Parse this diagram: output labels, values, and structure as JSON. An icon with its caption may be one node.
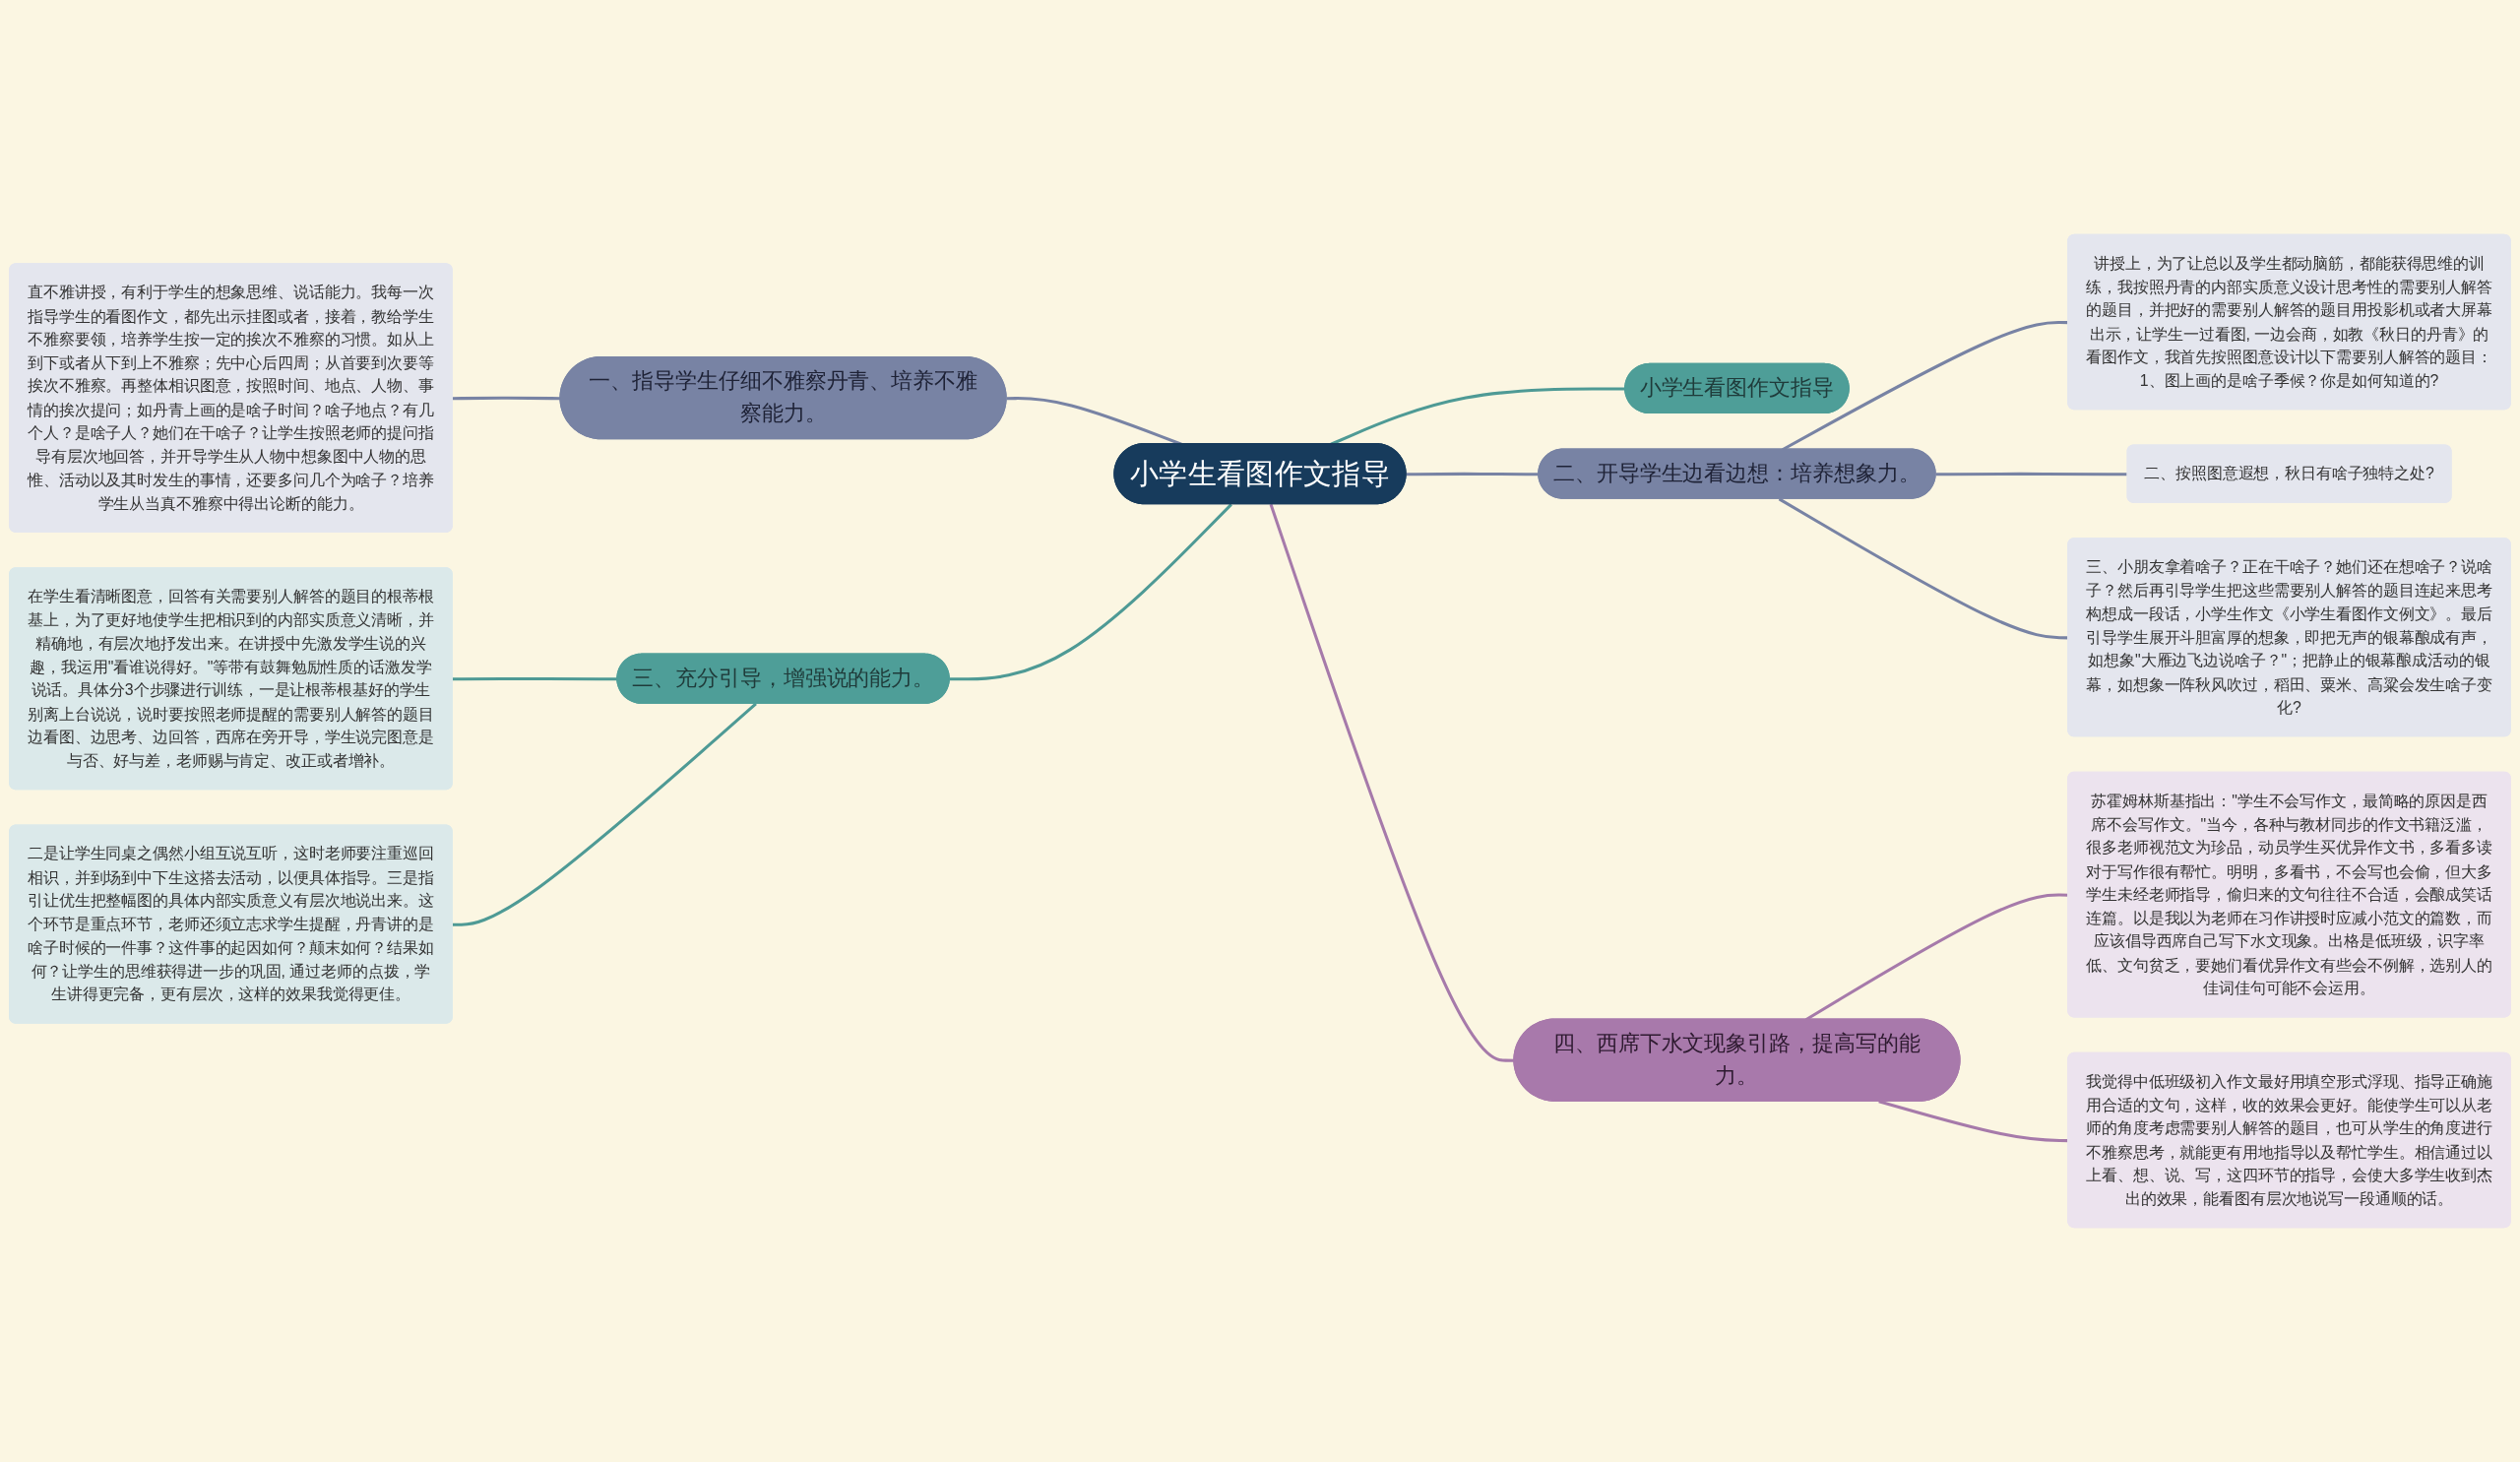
{
  "diagram": {
    "nodes": [
      {
        "text": [
          "小学生看图作文指导"
        ]
      },
      {
        "text": [
          "小学生看图作文指导"
        ]
      },
      {
        "text": [
          "一、指导学生仔细不雅察丹青、培养不雅察能力。"
        ]
      },
      {
        "text": [
          "直不雅讲授，有利于学生的想象思维、说话能力。我每一次指导学生的看图作文，都先出示挂图或者，接着，教给学生不雅察要领，培养学生按一定的挨次不雅察的习惯。如从上到下或者从下到上不雅察；先中心后四周；从首要到次要等挨次不雅察。再整体相识图意，按照时间、地点、人物、事情的挨次提问；如丹青上画的是啥子时间？啥子地点？有几个人？是啥子人？她们在干啥子？让学生按照老师的提问指导有层次地回答，并开导学生从人物中想象图中人物的思惟、活动以及其时发生的事情，还要多问几个为啥子？培养学生从当真不雅察中得出论断的能力。"
        ]
      },
      {
        "text": [
          "二、开导学生边看边想：培养想象力。"
        ]
      },
      {
        "text": [
          "讲授上，为了让总以及学生都动脑筋，都能获得思维的训练，我按照丹青的内部实质意义设计思考性的需要别人解答的题目，并把好的需要别人解答的题目用投影机或者大屏幕出示，让学生一过看图, 一边会商，如教《秋日的丹青》的看图作文，我首先按照图意设计以下需要别人解答的题目：1、图上画的是啥子季候？你是如何知道的?"
        ]
      },
      {
        "text": [
          "二、按照图意遐想，秋日有啥子独特之处?"
        ]
      },
      {
        "text": [
          "三、小朋友拿着啥子？正在干啥子？她们还在想啥子？说啥子？然后再引导学生把这些需要别人解答的题目连起来思考构想成一段话，小学生作文《小学生看图作文例文》。最后引导学生展开斗胆富厚的想象，即把无声的银幕酿成有声，如想象\"大雁边飞边说啥子？\"；把静止的银幕酿成活动的银幕，如想象一阵秋风吹过，稻田、粟米、高粱会发生啥子变化?"
        ]
      },
      {
        "text": [
          "三、充分引导，增强说的能力。"
        ]
      },
      {
        "text": [
          "在学生看清晰图意，回答有关需要别人解答的题目的根蒂根基上，为了更好地使学生把相识到的内部实质意义清晰，并精确地，有层次地抒发出来。在讲授中先激发学生说的兴趣，我运用\"看谁说得好。\"等带有鼓舞勉励性质的话激发学说话。具体分3个步骤进行训练，一是让根蒂根基好的学生别离上台说说，说时要按照老师提醒的需要别人解答的题目边看图、边思考、边回答，西席在旁开导，学生说完图意是与否、好与差，老师赐与肯定、改正或者增补。"
        ]
      },
      {
        "text": [
          "二是让学生同桌之偶然小组互说互听，这时老师要注重巡回相识，并到场到中下生这搭去活动，以便具体指导。三是指引让优生把整幅图的具体内部实质意义有层次地说出来。这个环节是重点环节，老师还须立志求学生提醒，丹青讲的是啥子时候的一件事？这件事的起因如何？颠末如何？结果如何？让学生的思维获得进一步的巩固, 通过老师的点拨，学生讲得更完备，更有层次，这样的效果我觉得更佳。"
        ]
      },
      {
        "text": [
          "四、西席下水文现象引路，提高写的能力。"
        ]
      },
      {
        "text": [
          "苏霍姆林斯基指出：\"学生不会写作文，最简略的原因是西席不会写作文。\"当今，各种与教材同步的作文书籍泛滥，很多老师视范文为珍品，动员学生买优异作文书，多看多读对于写作很有帮忙。明明，多看书，不会写也会偷，但大多学生未经老师指导，偷归来的文句往往不合适，会酿成笑话连篇。以是我以为老师在习作讲授时应减小范文的篇数，而应该倡导西席自己写下水文现象。出格是低班级，识字率低、文句贫乏，要她们看优异作文有些会不例解，选别人的佳词佳句可能不会运用。"
        ]
      },
      {
        "text": [
          "我觉得中低班级初入作文最好用填空形式浮现、指导正确施用合适的文句，这样，收的效果会更好。能使学生可以从老师的角度考虑需要别人解答的题目，也可从学生的角度进行不雅察思考，就能更有用地指导以及帮忙学生。相信通过以上看、想、说、写，这四环节的指导，会使大多学生收到杰出的效果，能看图有层次地说写一段通顺的话。"
        ]
      }
    ],
    "edges": [
      {
        "from": 0,
        "to": 1,
        "arrow": "none",
        "color": "#4e9a95"
      },
      {
        "from": 2,
        "to": 0,
        "arrow": "none"
      },
      {
        "from": 3,
        "to": 2,
        "arrow": "none"
      },
      {
        "from": 0,
        "to": 4,
        "arrow": "none"
      },
      {
        "from": 4,
        "to": 5,
        "arrow": "none"
      },
      {
        "from": 4,
        "to": 6,
        "arrow": "none"
      },
      {
        "from": 4,
        "to": 7,
        "arrow": "none"
      },
      {
        "from": 8,
        "to": 0,
        "arrow": "none",
        "color": "#4e9a95"
      },
      {
        "from": 9,
        "to": 8,
        "arrow": "none",
        "color": "#4e9a95"
      },
      {
        "from": 10,
        "to": 8,
        "arrow": "none",
        "color": "#4e9a95"
      },
      {
        "from": 0,
        "to": 11,
        "arrow": "none",
        "color": "#a67aaa"
      },
      {
        "from": 11,
        "to": 12,
        "arrow": "none",
        "color": "#a67aaa"
      },
      {
        "from": 11,
        "to": 13,
        "arrow": "none",
        "color": "#a67aaa"
      }
    ]
  }
}
